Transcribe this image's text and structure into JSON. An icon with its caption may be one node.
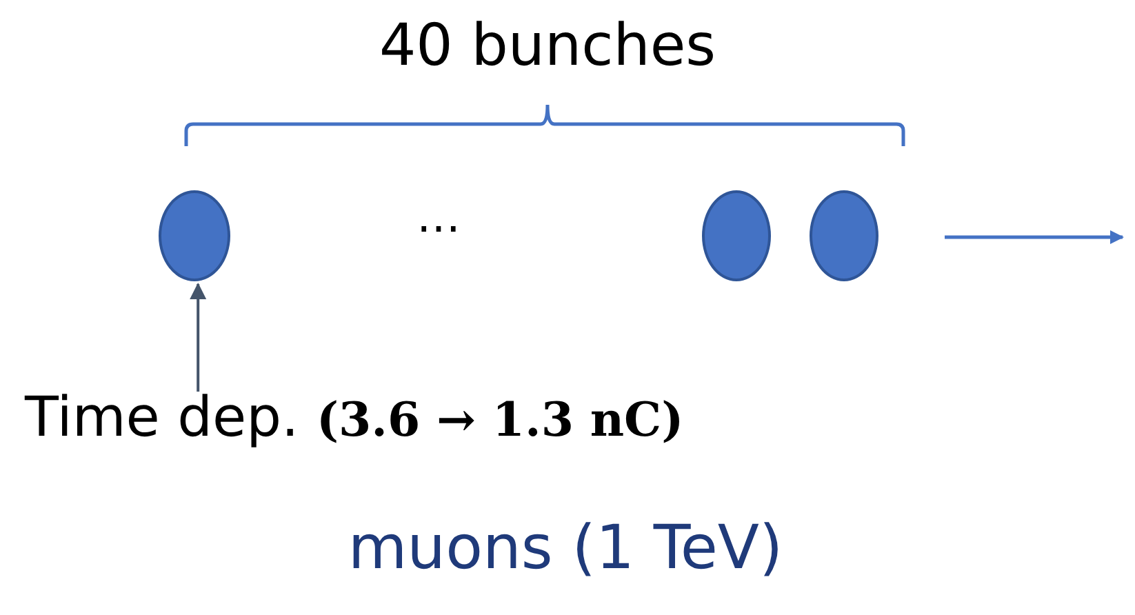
{
  "diagram": {
    "nodes": [
      {
        "text": [],
        "shape": "ellipse"
      },
      {
        "text": [],
        "shape": "ellipse"
      },
      {
        "text": [],
        "shape": "ellipse"
      },
      {
        "text": [
          "Time dep. **(3.6 → 1.3 nC)**"
        ]
      }
    ],
    "edges": [
      {
        "from": 3,
        "to": 0,
        "arrow": "to"
      }
    ],
    "labels": [
      "40 bunches",
      "…",
      "muons (1 TeV)"
    ]
  }
}
